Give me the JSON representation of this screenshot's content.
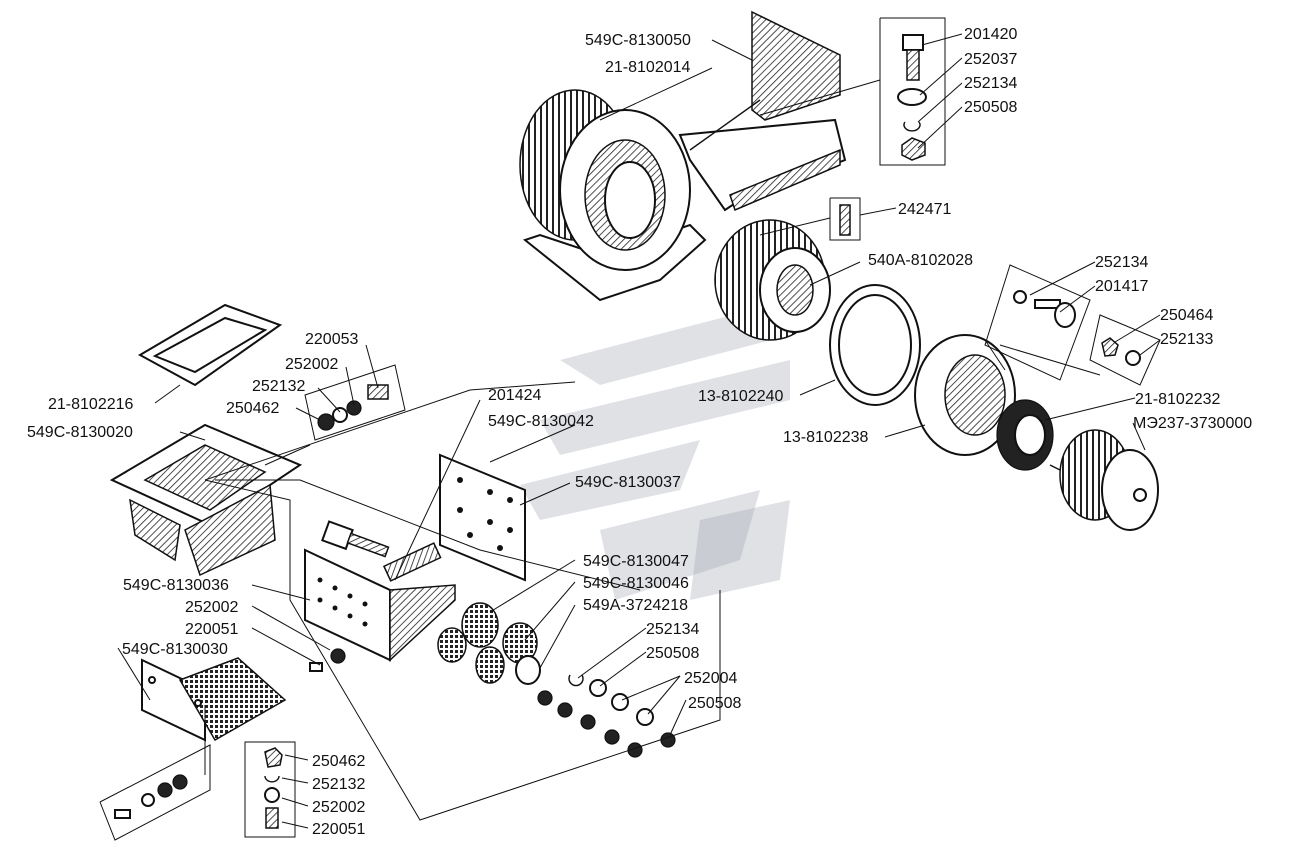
{
  "labels": {
    "l549C_8130050": "549C-8130050",
    "l21_8102014": "21-8102014",
    "l201420": "201420",
    "l252037": "252037",
    "l252134_top": "252134",
    "l250508_top": "250508",
    "l242471": "242471",
    "l540A_8102028": "540A-8102028",
    "l252134_r": "252134",
    "l201417": "201417",
    "l250464": "250464",
    "l252133": "252133",
    "l21_8102232": "21-8102232",
    "lME237": "МЭ237-3730000",
    "l13_8102240": "13-8102240",
    "l13_8102238": "13-8102238",
    "l220053": "220053",
    "l252002_a": "252002",
    "l252132_a": "252132",
    "l250462_a": "250462",
    "l21_8102216": "21-8102216",
    "l549C_8130020": "549C-8130020",
    "l201424": "201424",
    "l549C_8130042": "549C-8130042",
    "l549C_8130037": "549C-8130037",
    "l549C_8130047": "549C-8130047",
    "l549C_8130046": "549C-8130046",
    "l549A_3724218": "549A-3724218",
    "l549C_8130036": "549C-8130036",
    "l252002_b": "252002",
    "l220051_a": "220051",
    "l549C_8130030": "549C-8130030",
    "l252134_b": "252134",
    "l250508_b": "250508",
    "l252004": "252004",
    "l250508_c": "250508",
    "l250462_b": "250462",
    "l252132_b": "252132",
    "l252002_c": "252002",
    "l220051_b": "220051"
  }
}
